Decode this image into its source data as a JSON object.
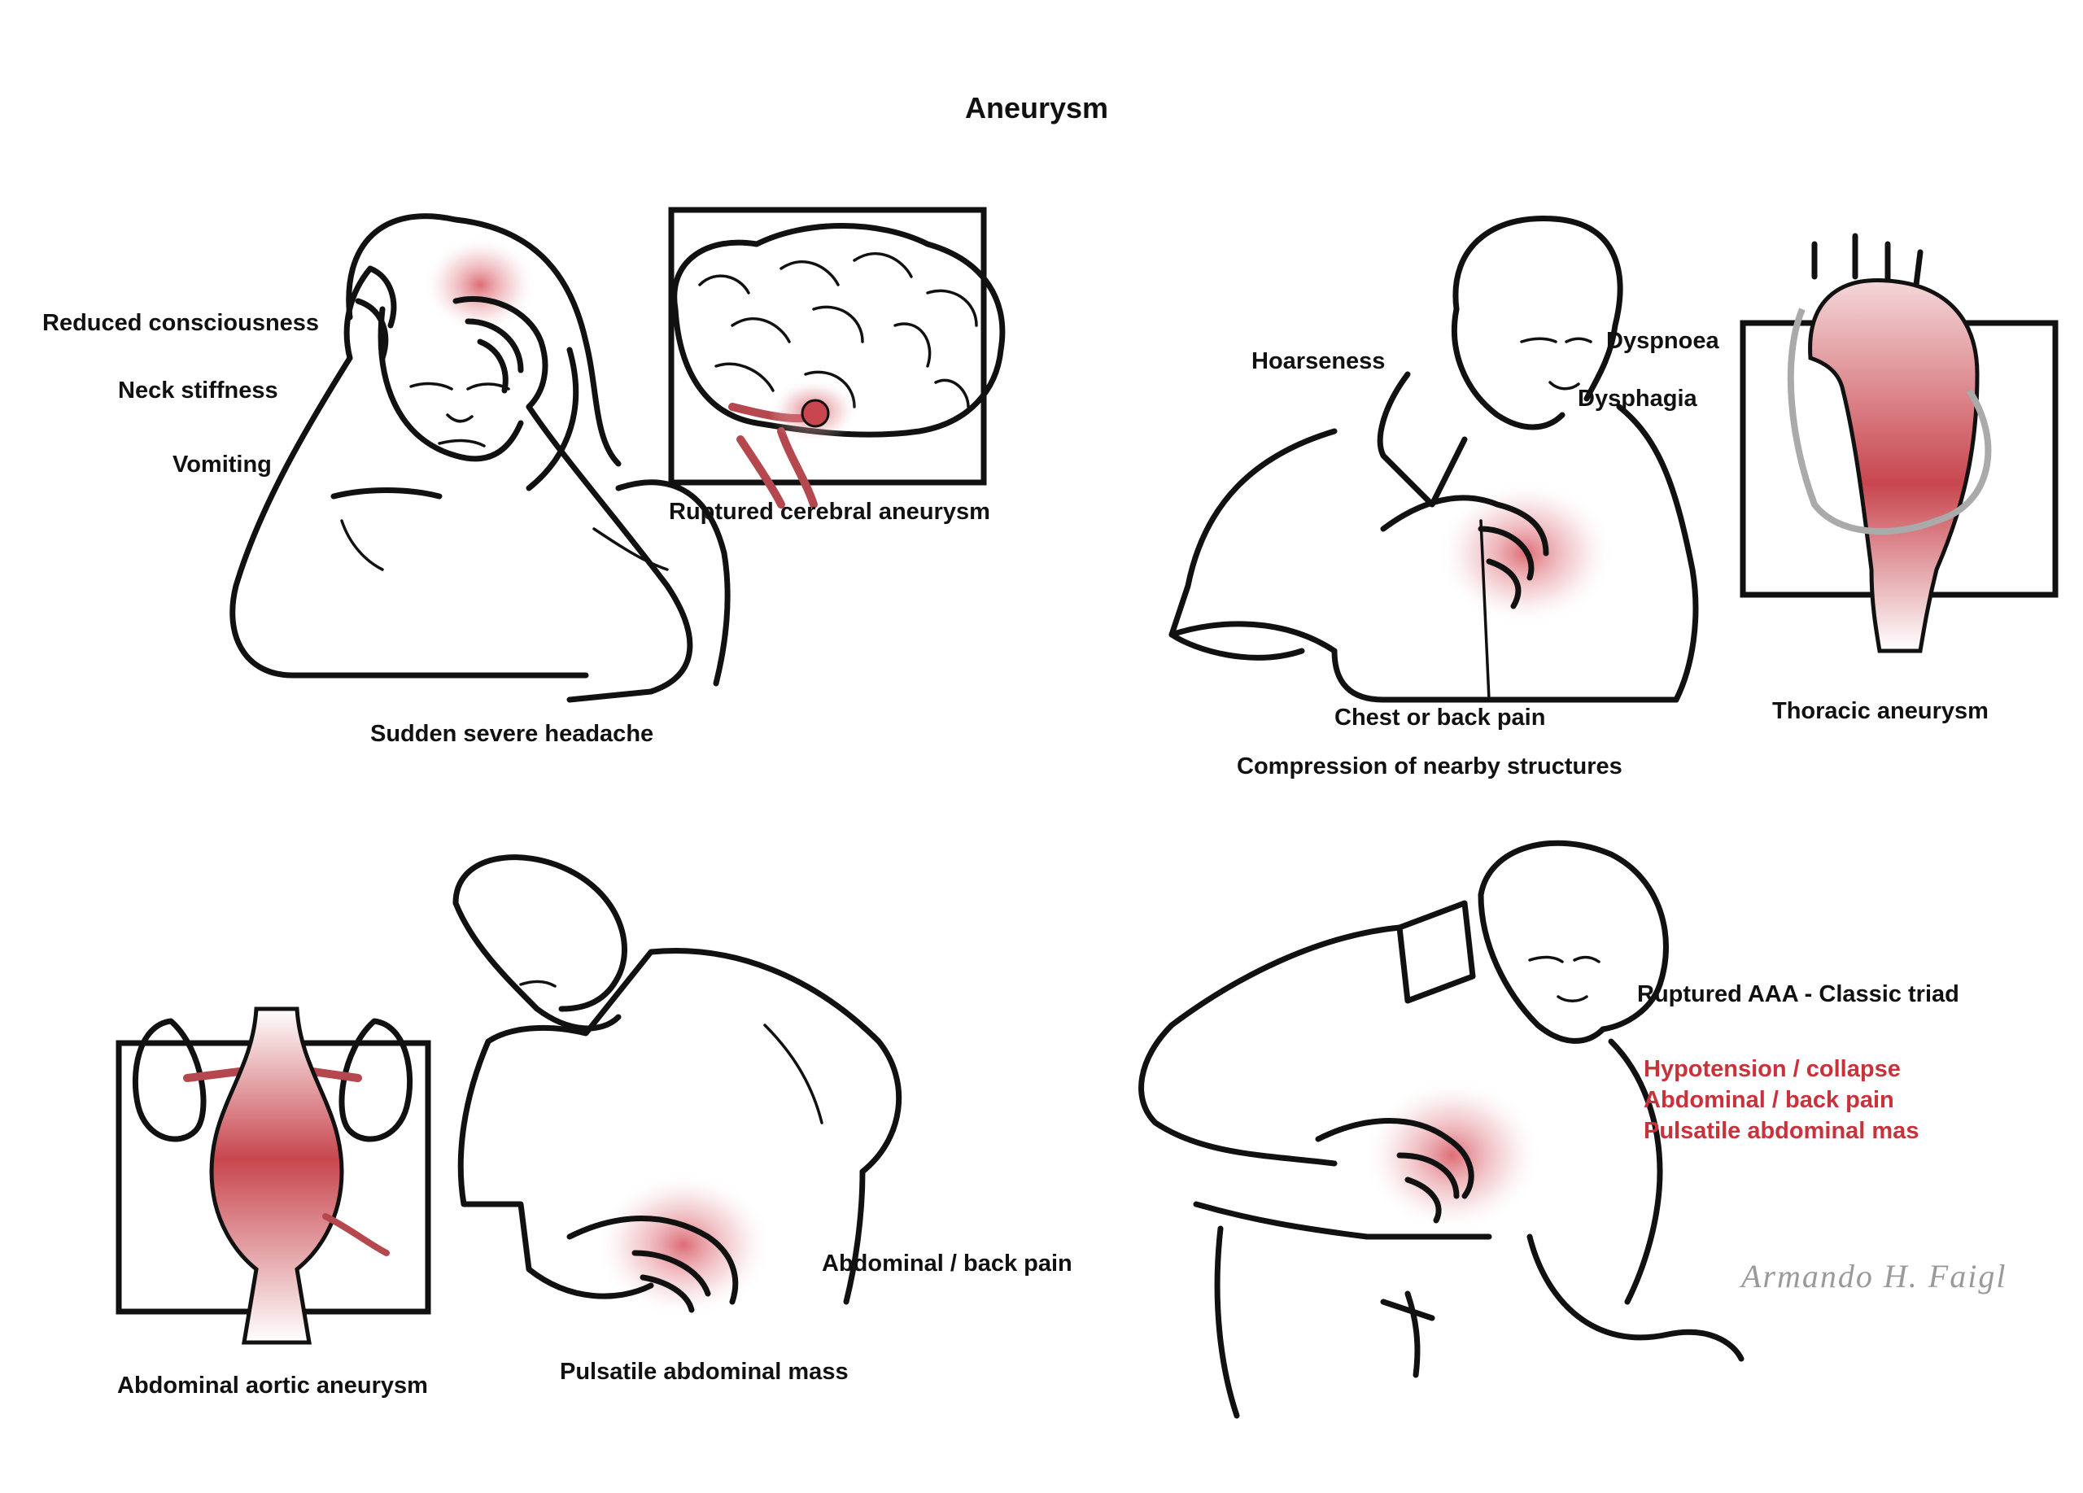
{
  "title": "Aneurysm",
  "panels": {
    "cerebral": {
      "symptoms": [
        "Reduced consciousness",
        "Neck stiffness",
        "Vomiting"
      ],
      "caption_main": "Sudden severe headache",
      "inset_caption": "Ruptured cerebral aneurysm"
    },
    "thoracic": {
      "hoarseness": "Hoarseness",
      "dyspnoea": "Dyspnoea",
      "dysphagia": "Dysphagia",
      "chest_pain": "Chest or back pain",
      "compression": "Compression of nearby structures",
      "inset_caption": "Thoracic aneurysm"
    },
    "abdominal": {
      "inset_caption": "Abdominal aortic aneurysm",
      "mass": "Pulsatile abdominal mass",
      "pain": "Abdominal / back pain"
    },
    "ruptured": {
      "heading": "Ruptured AAA - Classic triad",
      "triad": [
        "Hypotension / collapse",
        "Abdominal / back pain",
        "Pulsatile abdominal mas"
      ]
    }
  },
  "signature": "Armando H. Faigl",
  "colors": {
    "ink": "#111111",
    "accent_red": "#c8323a",
    "aneurysm_fill": "#c8464e",
    "signature": "#9a9a9a"
  }
}
